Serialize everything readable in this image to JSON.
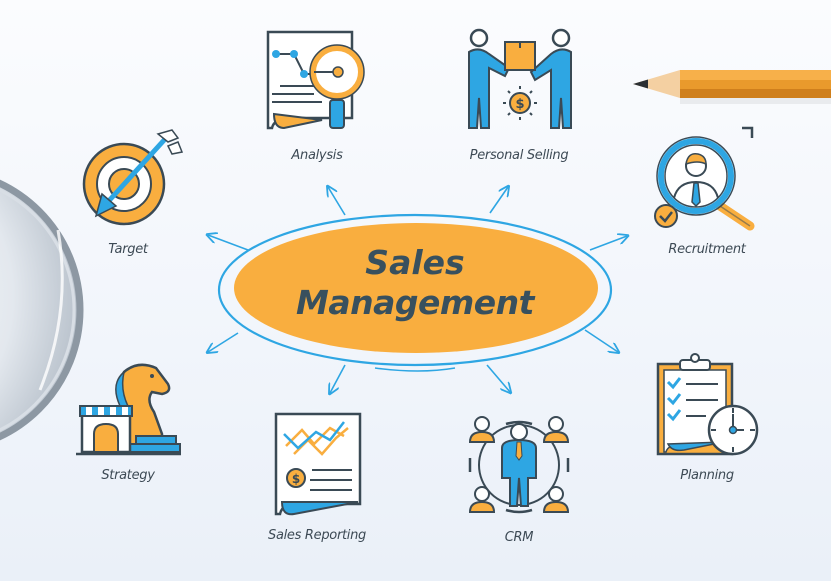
{
  "title": {
    "line1": "Sales",
    "line2": "Management"
  },
  "nodes": [
    {
      "id": "analysis",
      "label": "Analysis",
      "icon": "magnifier-document-icon"
    },
    {
      "id": "personal-selling",
      "label": "Personal Selling",
      "icon": "handshake-box-icon"
    },
    {
      "id": "recruitment",
      "label": "Recruitment",
      "icon": "person-search-icon"
    },
    {
      "id": "target",
      "label": "Target",
      "icon": "target-arrow-icon"
    },
    {
      "id": "strategy",
      "label": "Strategy",
      "icon": "chess-knight-icon"
    },
    {
      "id": "sales-reporting",
      "label": "Sales Reporting",
      "icon": "report-chart-icon"
    },
    {
      "id": "crm",
      "label": "CRM",
      "icon": "people-network-icon"
    },
    {
      "id": "planning",
      "label": "Planning",
      "icon": "clipboard-clock-icon"
    }
  ],
  "colors": {
    "orange": "#f9ae3f",
    "blue": "#2ea6e3",
    "dark": "#38505e",
    "outline": "#3a4a55",
    "background": "#f1f5fb"
  }
}
